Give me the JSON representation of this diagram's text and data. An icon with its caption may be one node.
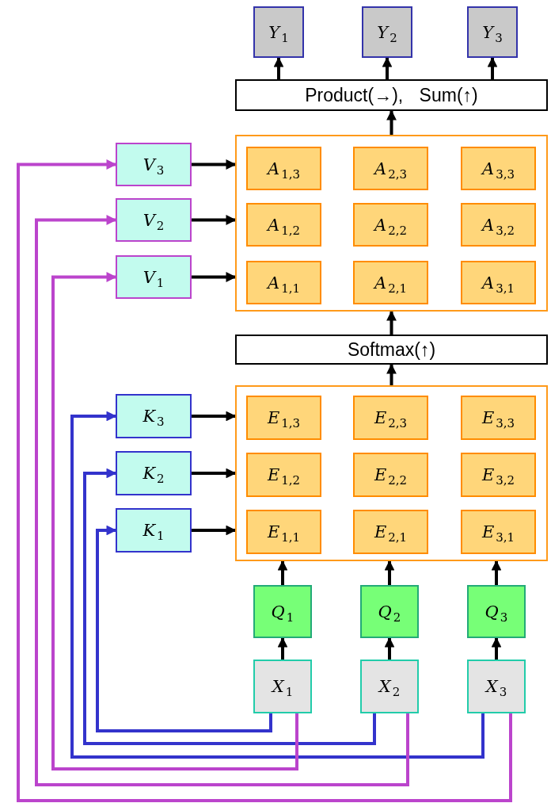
{
  "diagram": {
    "nodes": [
      {
        "text": [
          "*Y*$_{1}$"
        ]
      },
      {
        "text": [
          "*Y*$_{2}$"
        ]
      },
      {
        "text": [
          "*Y*$_{3}$"
        ]
      },
      {
        "text": [
          "Product(→), Sum(↑)"
        ]
      },
      {
        "text": [],
        "shape": "box"
      },
      {
        "text": [
          "*A*$_{1,3}$"
        ],
        "in": 4
      },
      {
        "text": [
          "*A*$_{2,3}$"
        ],
        "in": 4
      },
      {
        "text": [
          "*A*$_{3,3}$"
        ],
        "in": 4
      },
      {
        "text": [
          "*A*$_{1,2}$"
        ],
        "in": 4
      },
      {
        "text": [
          "*A*$_{2,2}$"
        ],
        "in": 4
      },
      {
        "text": [
          "*A*$_{3,2}$"
        ],
        "in": 4
      },
      {
        "text": [
          "*A*$_{1,1}$"
        ],
        "in": 4
      },
      {
        "text": [
          "*A*$_{2,1}$"
        ],
        "in": 4
      },
      {
        "text": [
          "*A*$_{3,1}$"
        ],
        "in": 4
      },
      {
        "text": [
          "*V*$_{3}$"
        ]
      },
      {
        "text": [
          "*V*$_{2}$"
        ]
      },
      {
        "text": [
          "*V*$_{1}$"
        ]
      },
      {
        "text": [
          "Softmax(↑)"
        ]
      },
      {
        "text": [],
        "shape": "box"
      },
      {
        "text": [
          "*E*$_{1,3}$"
        ],
        "in": 18
      },
      {
        "text": [
          "*E*$_{2,3}$"
        ],
        "in": 18
      },
      {
        "text": [
          "*E*$_{3,3}$"
        ],
        "in": 18
      },
      {
        "text": [
          "*E*$_{1,2}$"
        ],
        "in": 18
      },
      {
        "text": [
          "*E*$_{2,2}$"
        ],
        "in": 18
      },
      {
        "text": [
          "*E*$_{3,2}$"
        ],
        "in": 18
      },
      {
        "text": [
          "*E*$_{1,1}$"
        ],
        "in": 18
      },
      {
        "text": [
          "*E*$_{2,1}$"
        ],
        "in": 18
      },
      {
        "text": [
          "*E*$_{3,1}$"
        ],
        "in": 18
      },
      {
        "text": [
          "*K*$_{3}$"
        ]
      },
      {
        "text": [
          "*K*$_{2}$"
        ]
      },
      {
        "text": [
          "*K*$_{1}$"
        ]
      },
      {
        "text": [
          "*Q*$_{1}$"
        ]
      },
      {
        "text": [
          "*Q*$_{2}$"
        ]
      },
      {
        "text": [
          "*Q*$_{3}$"
        ]
      },
      {
        "text": [
          "*X*$_{1}$"
        ]
      },
      {
        "text": [
          "*X*$_{2}$"
        ]
      },
      {
        "text": [
          "*X*$_{3}$"
        ]
      }
    ],
    "edges": [
      {
        "from": 3,
        "to": 0,
        "arrow": "to"
      },
      {
        "from": 3,
        "to": 1,
        "arrow": "to"
      },
      {
        "from": 3,
        "to": 2,
        "arrow": "to"
      },
      {
        "from": 4,
        "to": 3,
        "arrow": "to"
      },
      {
        "from": 14,
        "to": 4,
        "arrow": "to"
      },
      {
        "from": 15,
        "to": 4,
        "arrow": "to"
      },
      {
        "from": 16,
        "to": 4,
        "arrow": "to"
      },
      {
        "from": 17,
        "to": 4,
        "arrow": "to"
      },
      {
        "from": 18,
        "to": 17,
        "arrow": "to"
      },
      {
        "from": 28,
        "to": 18,
        "arrow": "to"
      },
      {
        "from": 29,
        "to": 18,
        "arrow": "to"
      },
      {
        "from": 30,
        "to": 18,
        "arrow": "to"
      },
      {
        "from": 31,
        "to": 18,
        "arrow": "to"
      },
      {
        "from": 32,
        "to": 18,
        "arrow": "to"
      },
      {
        "from": 33,
        "to": 18,
        "arrow": "to"
      },
      {
        "from": 34,
        "to": 31,
        "arrow": "to"
      },
      {
        "from": 35,
        "to": 32,
        "arrow": "to"
      },
      {
        "from": 36,
        "to": 33,
        "arrow": "to"
      },
      {
        "from": 34,
        "to": 30,
        "arrow": "to",
        "color": "#3333cc"
      },
      {
        "from": 35,
        "to": 29,
        "arrow": "to",
        "color": "#3333cc"
      },
      {
        "from": 36,
        "to": 28,
        "arrow": "to",
        "color": "#3333cc"
      },
      {
        "from": 34,
        "to": 16,
        "arrow": "to",
        "color": "#bb44cc"
      },
      {
        "from": 35,
        "to": 15,
        "arrow": "to",
        "color": "#bb44cc"
      },
      {
        "from": 36,
        "to": 14,
        "arrow": "to",
        "color": "#bb44cc"
      }
    ]
  }
}
